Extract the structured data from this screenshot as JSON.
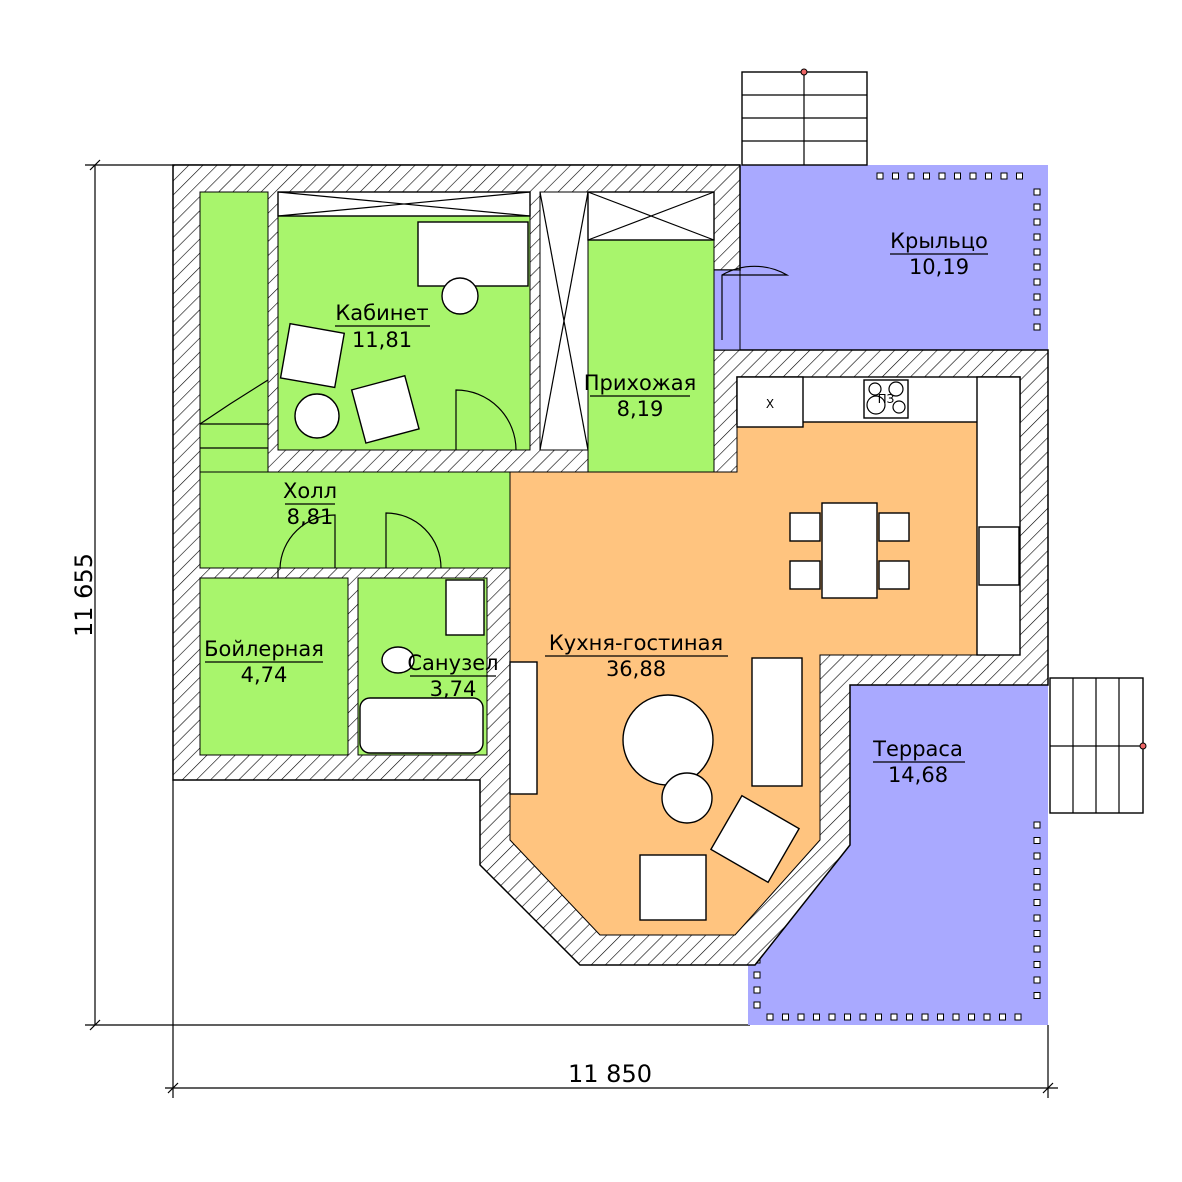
{
  "colors": {
    "living": "#a8f56c",
    "kitchen": "#ffc47f",
    "outdoor": "#a9a9ff",
    "wall_hatch": "#000000"
  },
  "rooms": [
    {
      "name": "Кабинет",
      "area": "11,81",
      "type": "living"
    },
    {
      "name": "Прихожая",
      "area": "8,19",
      "type": "living"
    },
    {
      "name": "Холл",
      "area": "8,81",
      "type": "living"
    },
    {
      "name": "Бойлерная",
      "area": "4,74",
      "type": "living"
    },
    {
      "name": "Санузел",
      "area": "3,74",
      "type": "living"
    },
    {
      "name": "Кухня-гостиная",
      "area": "36,88",
      "type": "kitchen"
    },
    {
      "name": "Крыльцо",
      "area": "10,19",
      "type": "outdoor"
    },
    {
      "name": "Терраса",
      "area": "14,68",
      "type": "outdoor"
    }
  ],
  "fixtures": {
    "stove_label": "ПЗ",
    "cabinet_label": "X"
  },
  "dimensions": {
    "height": "11 655",
    "width": "11 850"
  }
}
